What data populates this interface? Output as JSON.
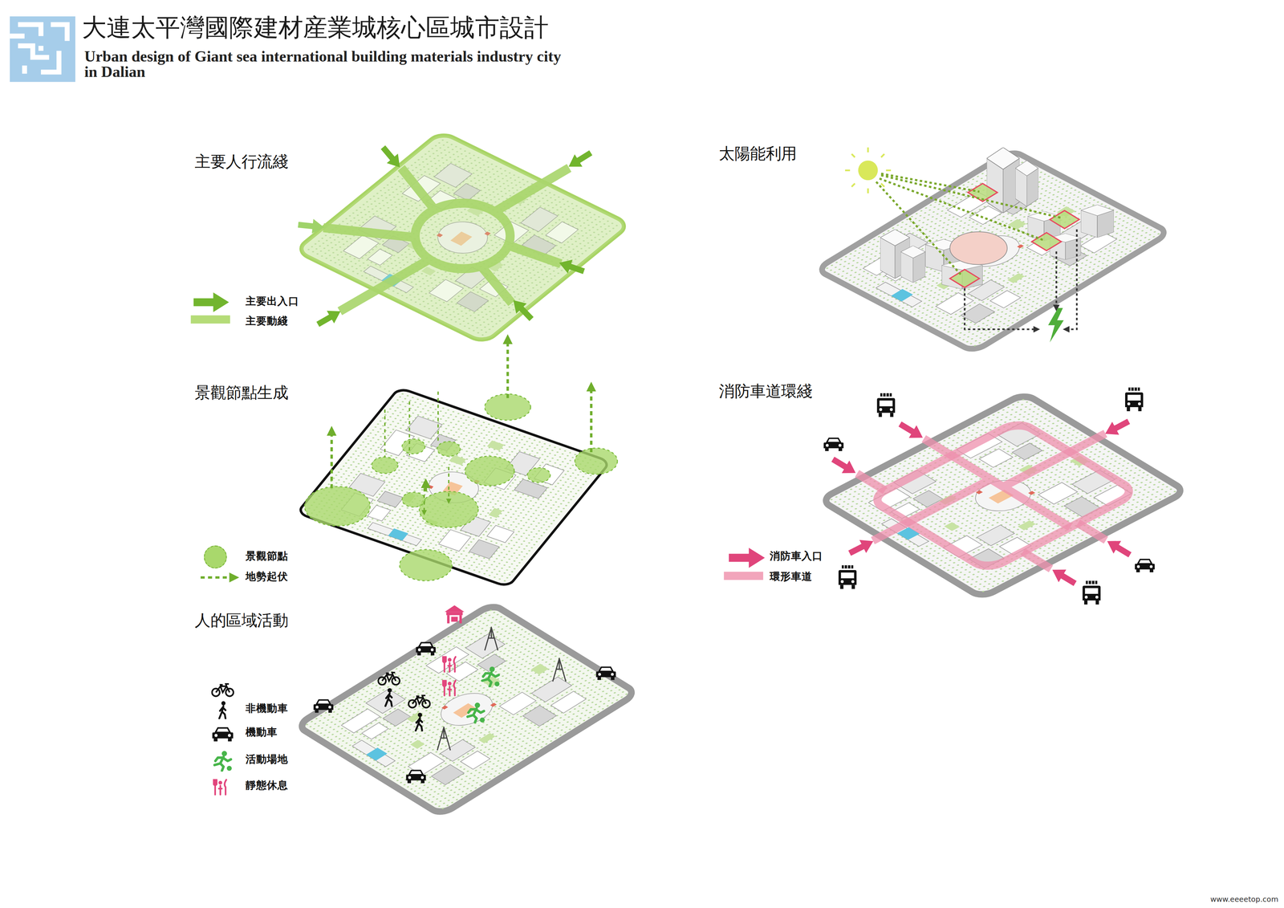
{
  "diagram": {
    "title": "大連太平灣國際建材産業城核心區城市設計",
    "labels": [
      "Urban design of Giant sea international building materials industry city in Dalian",
      "主要人行流綫",
      "景觀節點生成",
      "人的區域活動",
      "太陽能利用",
      "消防車道環綫",
      "www.eeeetop.com"
    ],
    "legend": [
      {
        "text": "主要出入口"
      },
      {
        "text": "主要動綫",
        "color": "#b5dc78"
      },
      {
        "text": "景觀節點",
        "color": "#a9d86c"
      },
      {
        "text": "地勢起伏"
      },
      {
        "text": "非機動車"
      },
      {
        "text": "機動車"
      },
      {
        "text": "活動場地"
      },
      {
        "text": "靜態休息"
      },
      {
        "text": "消防車入口"
      },
      {
        "text": "環形車道",
        "color": "#f2a5bb"
      }
    ]
  }
}
